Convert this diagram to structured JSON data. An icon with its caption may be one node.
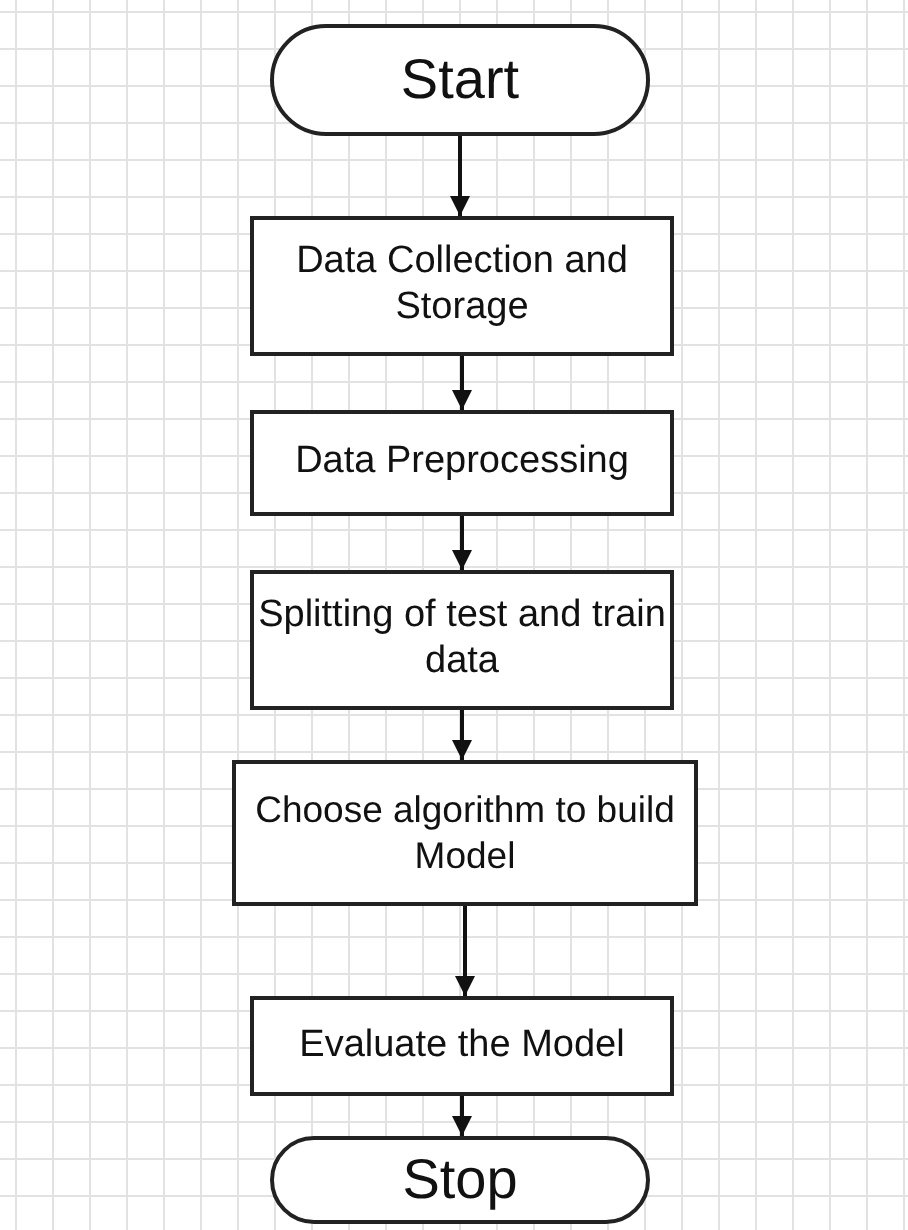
{
  "diagram": {
    "nodes": [
      {
        "text": [
          "Start"
        ]
      },
      {
        "text": [
          "Data Collection and Storage"
        ]
      },
      {
        "text": [
          "Data Preprocessing"
        ]
      },
      {
        "text": [
          "Splitting of test and train data"
        ]
      },
      {
        "text": [
          "Choose algorithm to build Model"
        ]
      },
      {
        "text": [
          "Evaluate the Model"
        ]
      },
      {
        "text": [
          "Stop"
        ]
      }
    ],
    "edges": [
      {
        "from": 0,
        "to": 1,
        "arrow": "to"
      },
      {
        "from": 1,
        "to": 2,
        "arrow": "to"
      },
      {
        "from": 2,
        "to": 3,
        "arrow": "to"
      },
      {
        "from": 3,
        "to": 4,
        "arrow": "to"
      },
      {
        "from": 4,
        "to": 5,
        "arrow": "to"
      },
      {
        "from": 5,
        "to": 6,
        "arrow": "to"
      }
    ]
  }
}
